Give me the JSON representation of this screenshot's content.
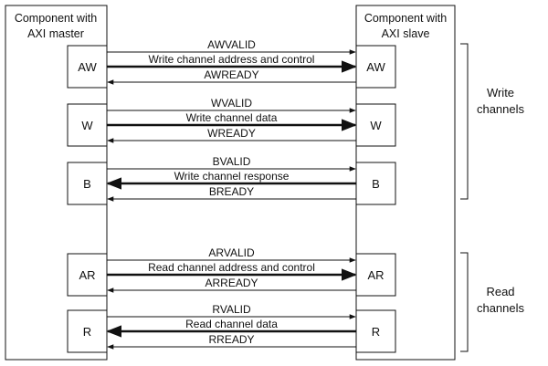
{
  "master": {
    "title_line1": "Component with",
    "title_line2": "AXI master"
  },
  "slave": {
    "title_line1": "Component with",
    "title_line2": "AXI slave"
  },
  "channels": [
    {
      "box": "AW",
      "valid": "AWVALID",
      "data": "Write channel address and control",
      "ready": "AWREADY",
      "direction": "to-slave"
    },
    {
      "box": "W",
      "valid": "WVALID",
      "data": "Write channel data",
      "ready": "WREADY",
      "direction": "to-slave"
    },
    {
      "box": "B",
      "valid": "BVALID",
      "data": "Write channel response",
      "ready": "BREADY",
      "direction": "to-master"
    },
    {
      "box": "AR",
      "valid": "ARVALID",
      "data": "Read channel address and control",
      "ready": "ARREADY",
      "direction": "to-slave"
    },
    {
      "box": "R",
      "valid": "RVALID",
      "data": "Read channel data",
      "ready": "RREADY",
      "direction": "to-master"
    }
  ],
  "groups": {
    "write": {
      "line1": "Write",
      "line2": "channels"
    },
    "read": {
      "line1": "Read",
      "line2": "channels"
    }
  }
}
